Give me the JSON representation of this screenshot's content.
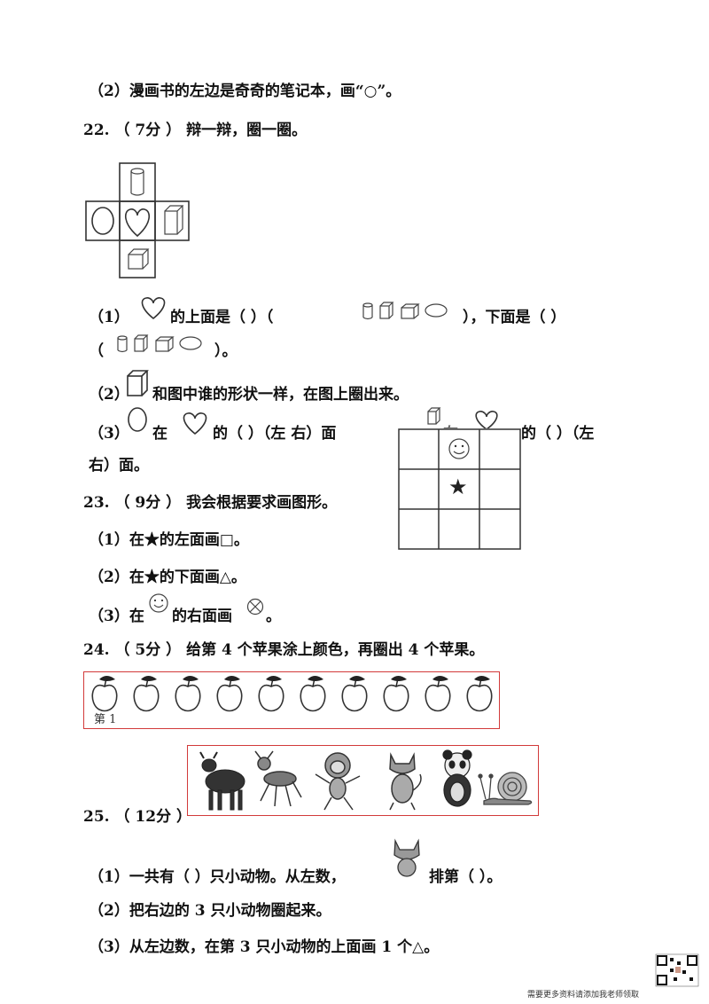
{
  "q21": {
    "sub2": "（2）漫画书的左边是奇奇的笔记本，画“○”。"
  },
  "q22": {
    "title": "22. （ 7分 ） 辩一辩，圈一圈。",
    "sub1_a": "（1）",
    "sub1_b": "的上面是（    ）（",
    "sub1_c": "），下面是（    ）",
    "sub1_d": "（",
    "sub1_e": "）。",
    "sub2_a": "（2）",
    "sub2_b": "和图中谁的形状一样，在图上圈出来。",
    "sub3_a": "（3）",
    "sub3_b": "在",
    "sub3_c": "的（  ）（左    右）面",
    "sub3_d": "在",
    "sub3_e": "的（  ）（左",
    "sub3_f": "右）面。"
  },
  "q23": {
    "title": "23. （ 9分 ） 我会根据要求画图形。",
    "sub1": "（1）在★的左面画□。",
    "sub2": "（2）在★的下面画△。",
    "sub3_a": "（3）在",
    "sub3_b": "的右面画",
    "sub3_c": "。",
    "star": "★"
  },
  "q24": {
    "title": "24. （ 5分 ） 给第 4 个苹果涂上颜色，再圈出 4 个苹果。",
    "first_label": "第 1",
    "apple_count": 10
  },
  "q25": {
    "title": "25. （ 12分 ）",
    "sub1_a": "（1）一共有（  ）只小动物。从左数，",
    "sub1_b": "排第（  ）。",
    "sub2": "（2）把右边的 3 只小动物圈起来。",
    "sub3": "（3）从左边数，在第 3 只小动物的上面画 1 个△。"
  },
  "footer": {
    "text": "需要更多资料请添加我老师领取"
  }
}
